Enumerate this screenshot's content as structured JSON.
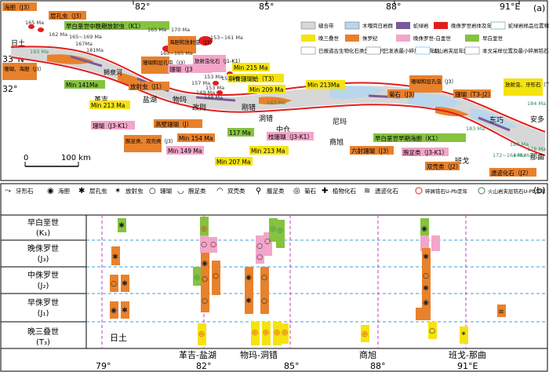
{
  "panel_a": {
    "label": "(a)",
    "lon_ticks": [
      "82°",
      "85°",
      "88°",
      "91°E"
    ],
    "lat_ticks": [
      "33°N",
      "32°"
    ],
    "scale_label": "100 km",
    "scale_zero": "0",
    "places": {
      "ritu": "日土",
      "gaize": "革吉",
      "yanhu": "盐湖",
      "wuma": "物玛",
      "gaize2": "改则",
      "dongcuo": "洞错",
      "zhongcang": "中仓",
      "shangzhao": "商旭",
      "nima": "尼玛",
      "bange": "班戈",
      "dongqiao": "东巧",
      "anduo": "安多",
      "naqu": "那曲",
      "shiquanhe": "狮泉河",
      "gangcuo": "刚错"
    },
    "legend": [
      {
        "name": "suture",
        "text": "缝合带"
      },
      {
        "name": "mugagangri",
        "text": "木嘎岗日岩群"
      },
      {
        "name": "ophiolite",
        "text": "蛇绿岩"
      },
      {
        "name": "gabbro",
        "text": "晚侏罗世岩体及年龄"
      },
      {
        "name": "ophio-sample",
        "text": "蛇绿岩样品位置和年龄"
      },
      {
        "name": "late-triassic",
        "text": "晚三叠世"
      },
      {
        "name": "jurassic",
        "text": "侏罗纪"
      },
      {
        "name": "late-jur-early-cret",
        "text": "晚侏罗世-白垩世"
      },
      {
        "name": "early-cret",
        "text": "早白垩世"
      },
      {
        "name": "fossil-era",
        "text": "已报道古生物化石类型及时代"
      },
      {
        "name": "youngest-detrital",
        "text": "已发表最小碎屑锆石年龄"
      },
      {
        "name": "volcanic-age",
        "text": "火山岩夹层年龄"
      },
      {
        "name": "detrital-new",
        "text": "已发表最小碎屑锆石年龄"
      },
      {
        "name": "this-study",
        "text": "本文采样位置及最小碎屑锆石年龄"
      }
    ],
    "labels": {
      "l1": "海胆（J3）",
      "l2": "层孔虫（J3）",
      "l3": "早白垩世中晚期放射虫（K1）",
      "l4": "珊瑚、海胆（J3）",
      "l5": "Min 213 Ma",
      "l6": "珊瑚和层孔虫（J3）",
      "l7": "海胆和放射虫（J3）",
      "l8": "放射虫（J1）",
      "l9": "珊瑚（J3-K1）",
      "l10": "放射虫化石（J1-K1）",
      "l11": "Min 215 Ma",
      "l12": "斜脊珊瑚蛤（T3）",
      "l13": "Min 209 Ma",
      "l14": "Min 141Ma",
      "l15": "Min 213Ma",
      "l16": "珊瑚和层孔虫（J3）",
      "l17": "菊石（J3）",
      "l18": "珊瑚（T3-J2）",
      "l19": "放射虫、牙形石（T3）",
      "l20": "珊瑚（J3-K1）",
      "l21": "腕足类、双壳类（J3）",
      "l22": "高壁珊瑚（J）",
      "l23": "Min 154 Ma",
      "l24": "Min 149 Ma",
      "l25": "Min 207 Ma",
      "l26": "117 Ma",
      "l27": "Min 213 Ma",
      "l28": "枝珊瑚（J3-K1）",
      "l29": "六射珊瑚（J3）",
      "l30": "早白垩世早期海胆（K1）",
      "l31": "腕足类（J3-K1）",
      "l32": "双壳类（J2）",
      "l33": "遗迹化石（J2）"
    },
    "ages": [
      "165 Ma",
      "162 Ma",
      "193 Ma",
      "165~169 Ma",
      "167Ma",
      "181Ma",
      "165 Ma",
      "170 Ma",
      "153~161 Ma",
      "160~165 Ma",
      "157 Ma",
      "153 Ma",
      "151 Ma",
      "153 Ma",
      "149 Ma",
      "143 Ma",
      "148 Ma",
      "184 Ma",
      "183 Ma",
      "172~164 Ma",
      "188 Ma",
      "148 Ma",
      "178 Ma"
    ]
  },
  "panel_b": {
    "label": "(b)",
    "legend": [
      {
        "name": "conodont",
        "text": "牙形石"
      },
      {
        "name": "echinoid",
        "text": "海胆"
      },
      {
        "name": "stromatoporoid",
        "text": "层孔虫"
      },
      {
        "name": "radiolarian",
        "text": "放射虫"
      },
      {
        "name": "coral",
        "text": "珊瑚"
      },
      {
        "name": "brachiopod",
        "text": "腕足类"
      },
      {
        "name": "bivalve",
        "text": "双壳类"
      },
      {
        "name": "gastropod",
        "text": "腹足类"
      },
      {
        "name": "ammonite",
        "text": "菊石"
      },
      {
        "name": "plant",
        "text": "植物化石"
      },
      {
        "name": "trace",
        "text": "遗迹化石"
      },
      {
        "name": "detrital",
        "text": "碎屑锆石U-Pb定年"
      },
      {
        "name": "volcanic",
        "text": "火山岩夹层锆石U-Pb定年"
      }
    ],
    "periods": [
      {
        "name": "早白垩世",
        "code": "(K₁)"
      },
      {
        "name": "晚侏罗世",
        "code": "(J₃)"
      },
      {
        "name": "中侏罗世",
        "code": "(J₂)"
      },
      {
        "name": "早侏罗世",
        "code": "(J₁)"
      },
      {
        "name": "晚三叠世",
        "code": "(T₃)"
      }
    ],
    "regions": [
      "日土",
      "革吉-盐湖",
      "物玛-洞错",
      "商旭",
      "班戈-那曲"
    ],
    "lon_ticks": [
      "79°",
      "82°",
      "85°",
      "88°",
      "91°E"
    ]
  },
  "colors": {
    "orange": "#e8812c",
    "yellow": "#f5e30f",
    "pink": "#f2a6c9",
    "green": "#86c240",
    "red": "#e31d1d",
    "suture": "#cccccc",
    "mugagangri": "#b9d6ea",
    "ophiolite": "#7b5a9a",
    "blue_dash": "#3aa0d8",
    "purple_dash": "#c03cc0"
  }
}
